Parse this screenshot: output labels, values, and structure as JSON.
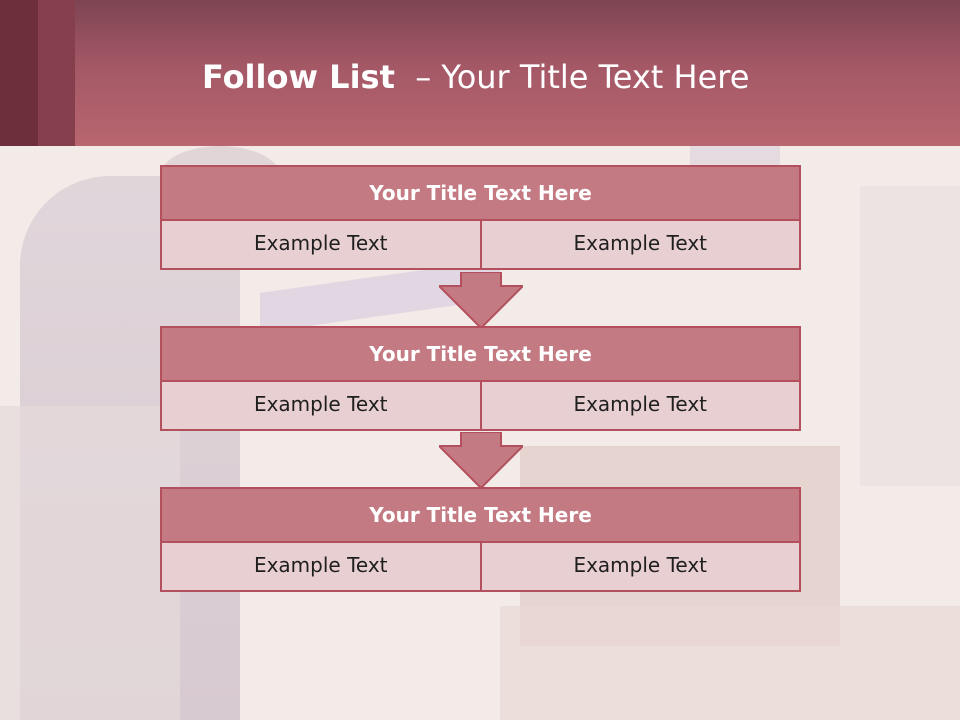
{
  "header": {
    "title_bold": "Follow List",
    "title_rest": "  – Your Title Text Here"
  },
  "blocks": [
    {
      "title": "Your Title Text Here",
      "cells": [
        "Example Text",
        "Example Text"
      ]
    },
    {
      "title": "Your Title Text Here",
      "cells": [
        "Example Text",
        "Example Text"
      ]
    },
    {
      "title": "Your Title Text Here",
      "cells": [
        "Example Text",
        "Example Text"
      ]
    }
  ],
  "colors": {
    "header_dark": "#7e4452",
    "header_light": "#b8666f",
    "block_title_bg": "#c47a82",
    "block_cell_bg": "#e8cfd2",
    "border": "#b4505e"
  },
  "icons": [
    "down-arrow-icon",
    "down-arrow-icon"
  ]
}
